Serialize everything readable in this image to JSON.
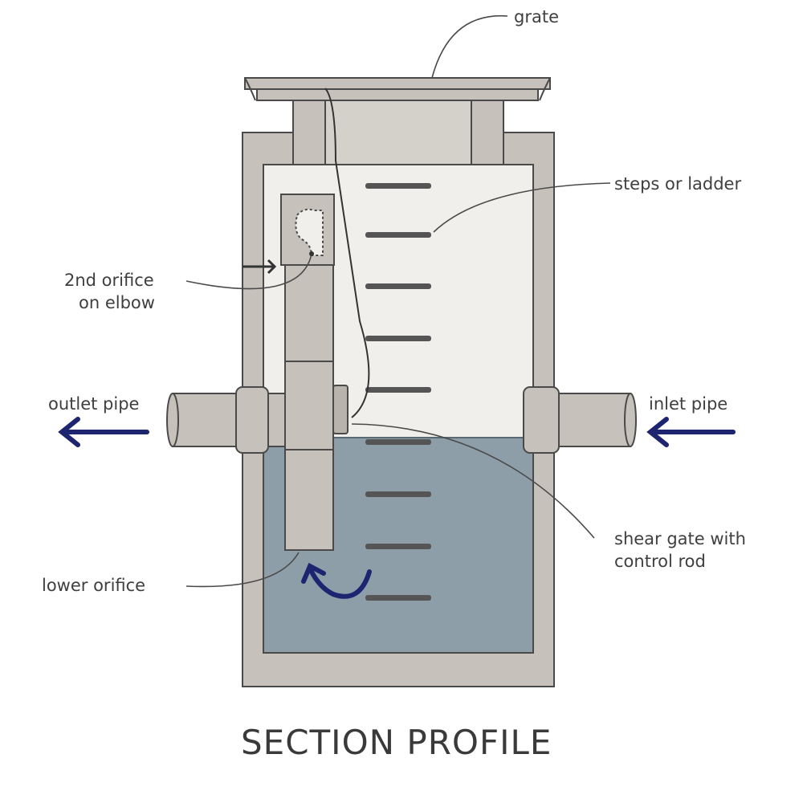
{
  "title": "SECTION PROFILE",
  "labels": {
    "grate": "grate",
    "steps": "steps or ladder",
    "orifice2_line1": "2nd orifice",
    "orifice2_line2": "on elbow",
    "outlet": "outlet pipe",
    "inlet": "inlet pipe",
    "shear_line1": "shear gate with",
    "shear_line2": "control rod",
    "lower_orifice": "lower orifice"
  },
  "colors": {
    "concrete": "#c6c1bb",
    "concrete_edge": "#4a4a4a",
    "interior": "#f1efec",
    "water": "#8e9ea8",
    "arrow": "#1d2470",
    "rung": "#555555"
  },
  "icons": {
    "outlet_arrow": "arrow-left-icon",
    "inlet_arrow": "arrow-left-icon",
    "flow_arrow": "curved-arrow-icon"
  }
}
